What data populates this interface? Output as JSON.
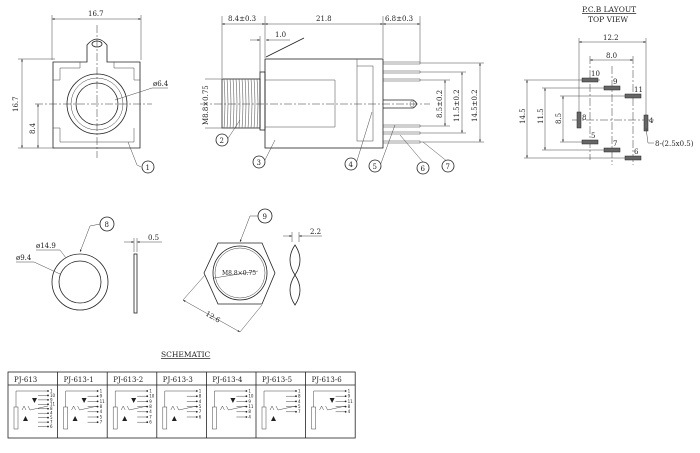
{
  "front_view": {
    "width_dim": "16.7",
    "height_dim": "16.7",
    "center_dim": "8.4",
    "bore_dim": "ø6.4",
    "balloon": "1"
  },
  "side_view": {
    "thread_len": "8.4±0.3",
    "body_len": "21.8",
    "pin_len": "6.8±0.3",
    "flange": "1.0",
    "thread": "M8.8×0.75",
    "dim_inner": "8.5±0.2",
    "dim_mid": "11.5±0.2",
    "dim_outer": "14.5±0.2",
    "balloons": [
      "2",
      "3",
      "4",
      "5",
      "6",
      "7"
    ]
  },
  "pcb_layout": {
    "title": "P.C.B LAYOUT",
    "subtitle": "TOP VIEW",
    "width_outer": "12.2",
    "width_inner": "8.0",
    "height_outer": "14.5",
    "height_mid": "11.5",
    "height_inner": "8.5",
    "slot_note": "8-(2.5x0.5)",
    "pads": [
      "10",
      "9",
      "11",
      "8",
      "4",
      "5",
      "7",
      "6"
    ]
  },
  "washer": {
    "outer": "ø14.9",
    "inner": "ø9.4",
    "thickness": "0.5",
    "balloon": "8"
  },
  "nut": {
    "thread": "M8.8×0.75",
    "across": "12.6",
    "thickness": "2.2",
    "balloon": "9"
  },
  "schematic": {
    "title": "SCHEMATIC",
    "models": [
      {
        "name": "PJ-613",
        "pins": [
          "1",
          "10",
          "9",
          "11",
          "8",
          "4",
          "5",
          "7",
          "6"
        ]
      },
      {
        "name": "PJ-613-1",
        "pins": [
          "1",
          "9",
          "11",
          "8",
          "4",
          "5",
          "7"
        ]
      },
      {
        "name": "PJ-613-2",
        "pins": [
          "1",
          "10",
          "9",
          "8",
          "4",
          "7",
          "6"
        ]
      },
      {
        "name": "PJ-613-3",
        "pins": [
          "1",
          "8",
          "4",
          "5",
          "7",
          "6"
        ]
      },
      {
        "name": "PJ-613-4",
        "pins": [
          "1",
          "10",
          "9",
          "11",
          "8",
          "4"
        ]
      },
      {
        "name": "PJ-613-5",
        "pins": [
          "1",
          "8",
          "4",
          "5",
          "7"
        ]
      },
      {
        "name": "PJ-613-6",
        "pins": [
          "1",
          "9",
          "11",
          "8",
          "4"
        ]
      }
    ]
  }
}
